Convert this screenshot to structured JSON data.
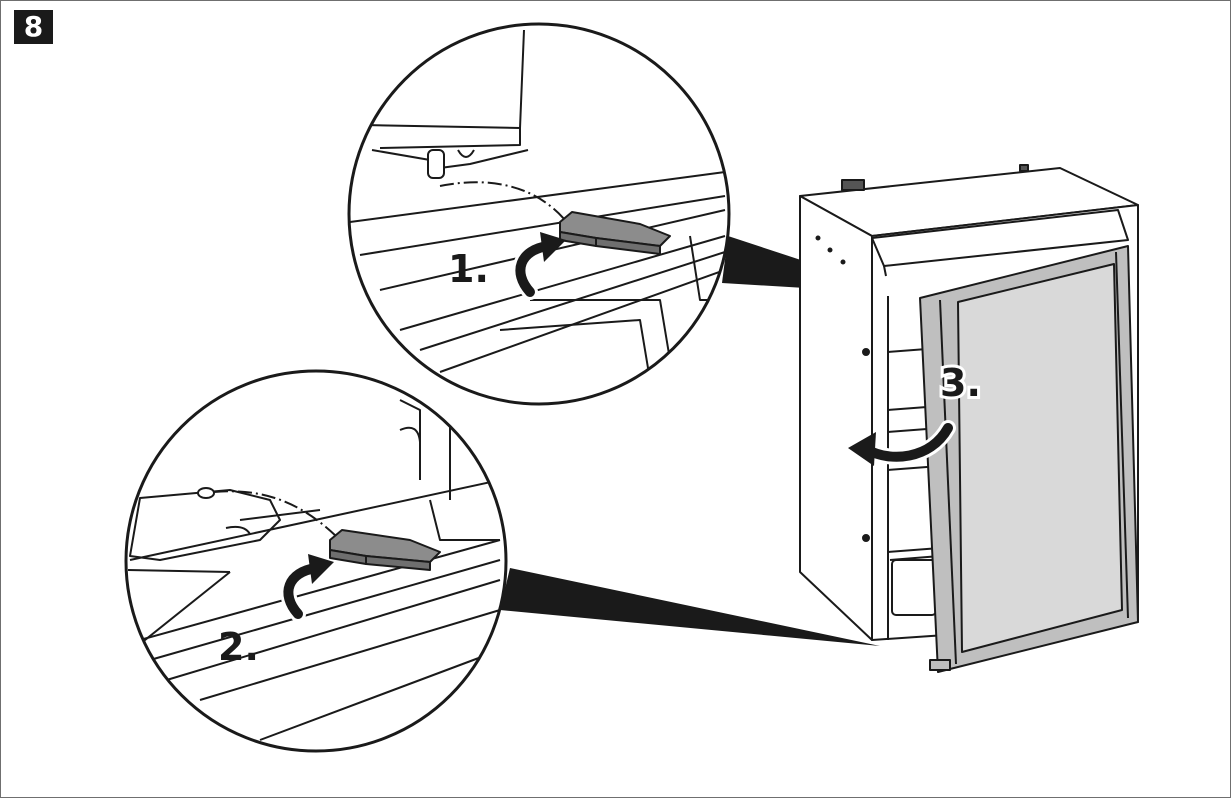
{
  "figure": {
    "number": "8"
  },
  "steps": [
    {
      "label": "1.",
      "icon": "rotate-arrow-icon"
    },
    {
      "label": "2.",
      "icon": "rotate-arrow-icon"
    },
    {
      "label": "3.",
      "icon": "swing-arrow-icon"
    }
  ],
  "colors": {
    "line": "#1a1a1a",
    "door_panel": "#d9d9d9",
    "door_frame": "#bfbfbf",
    "clip": "#8c8c8c",
    "magnifier_wedge": "#1a1a1a"
  }
}
